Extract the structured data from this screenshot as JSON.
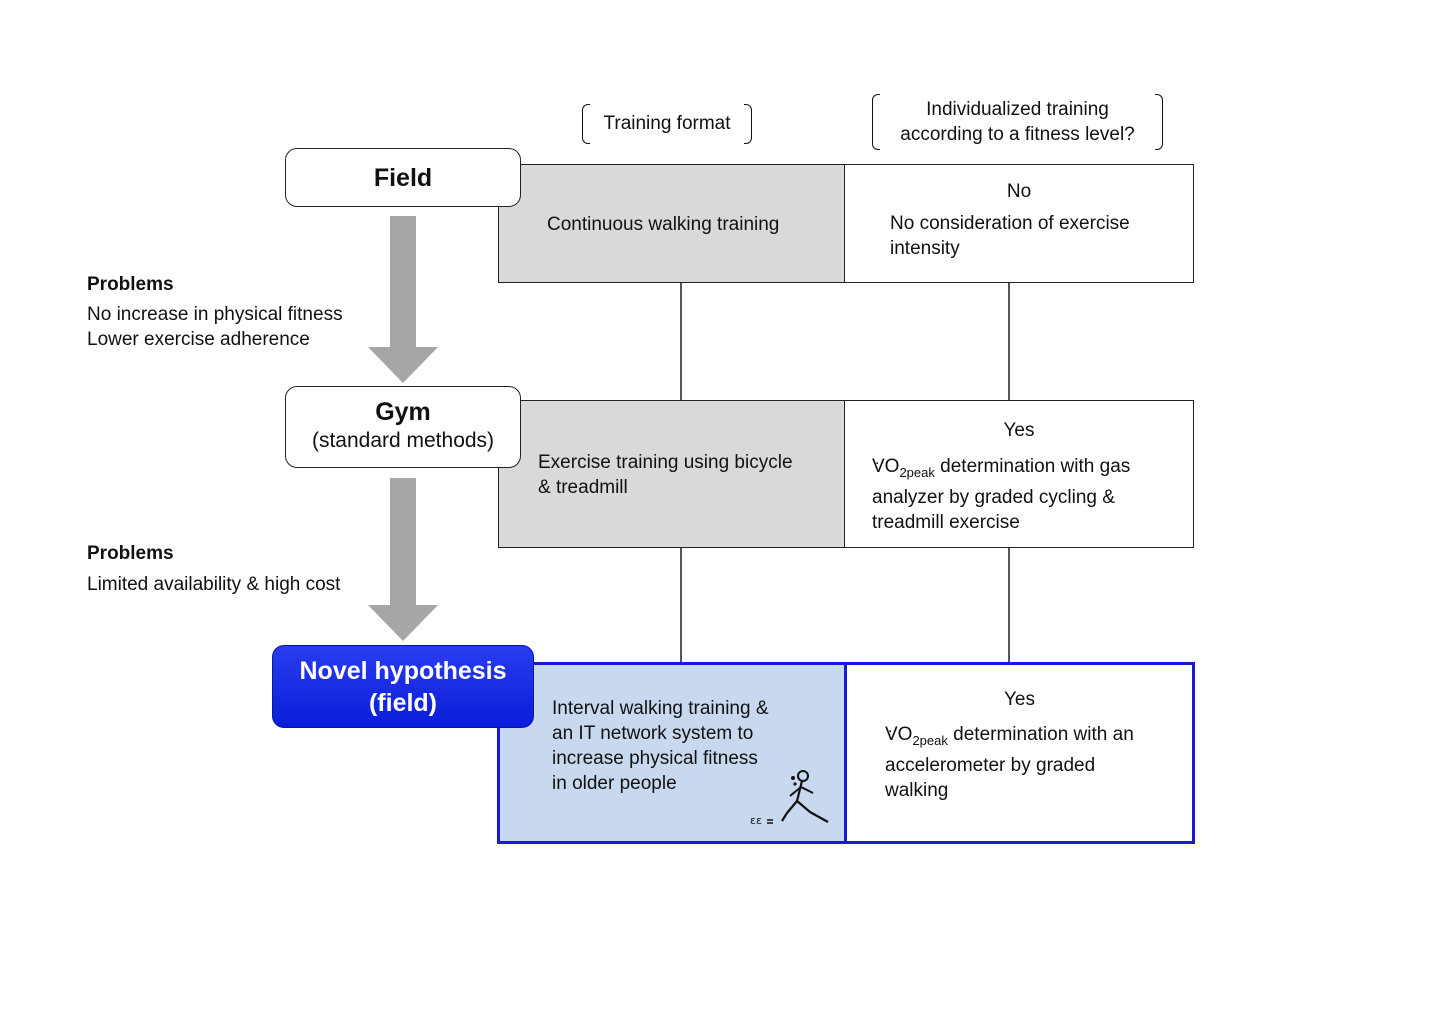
{
  "headers": {
    "training_format": "Training format",
    "individualized_line1": "Individualized training",
    "individualized_line2": "according to a fitness level?"
  },
  "stages": {
    "field": {
      "title": "Field"
    },
    "gym": {
      "title": "Gym",
      "subtitle": "(standard methods)"
    },
    "novel": {
      "line1": "Novel hypothesis",
      "line2": "(field)"
    }
  },
  "problems": [
    {
      "title": "Problems",
      "lines": [
        "No increase in physical fitness",
        "Lower exercise adherence"
      ]
    },
    {
      "title": "Problems",
      "lines": [
        "Limited availability & high cost"
      ]
    }
  ],
  "rows": {
    "field": {
      "format": "Continuous walking training",
      "answer": "No",
      "detail_line1": "No consideration of exercise",
      "detail_line2": "intensity"
    },
    "gym": {
      "format_line1": "Exercise training using bicycle",
      "format_line2": "& treadmill",
      "answer": "Yes",
      "vo": "VO",
      "sub": "2peak",
      "detail_line1": " determination with gas",
      "detail_line2": "analyzer by graded cycling &",
      "detail_line3": "treadmill exercise"
    },
    "novel": {
      "format_line1": "Interval walking training &",
      "format_line2": "an IT network system to",
      "format_line3": "increase physical fitness",
      "format_line4": "in older people",
      "answer": "Yes",
      "vo": "VO",
      "sub": "2peak",
      "detail_line1": " determination with an",
      "detail_line2": "accelerometer by graded",
      "detail_line3": "walking"
    }
  },
  "colors": {
    "gray_cell": "#d9d9d9",
    "blue_cell": "#c7d8ef",
    "blue_border": "#1a1ad6",
    "arrow": "#a6a6a6",
    "novel_fill": "#0a1ed8"
  },
  "icons": [
    "walking-person-icon"
  ]
}
